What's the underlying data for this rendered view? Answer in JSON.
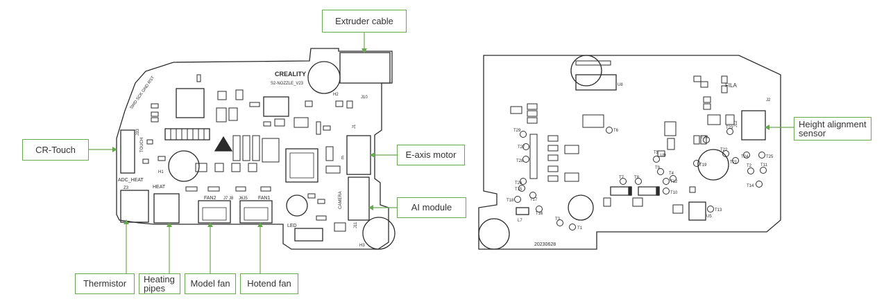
{
  "callouts": {
    "extruder_cable": "Extruder cable",
    "cr_touch": "CR-Touch",
    "e_axis_motor": "E-axis motor",
    "ai_module": "AI module",
    "thermistor": "Thermistor",
    "heating_pipes": "Heating pipes",
    "model_fan": "Model fan",
    "hotend_fan": "Hotend fan",
    "height_alignment_sensor": "Height alignment sensor"
  },
  "front_board": {
    "brand": "CREALITY",
    "model": "S2-NOZZLE_V23",
    "connectors": {
      "touch": "TOUCH",
      "j33": "J33",
      "adc_heat": "ADC_HEAT",
      "heat": "HEAT",
      "fan2": "FAN2",
      "fan1": "FAN1",
      "camera": "CAMERA",
      "led": "LED",
      "j10": "J10",
      "j11": "J11",
      "j1": "J1",
      "j7_j8": "J7 J8",
      "j6_j5": "J6J5",
      "h1": "H1",
      "h2": "H2",
      "h3": "H3",
      "z3": "Z3",
      "e": "E"
    },
    "silk_pins": "SWD SCK GND RST"
  },
  "back_board": {
    "date_code": "20230628",
    "fila": "FILA",
    "j2": "J2",
    "j12": "J12",
    "u5": "U5",
    "u8": "U8",
    "u9": "U9",
    "l7": "L7",
    "test_points": [
      "T1",
      "T2",
      "T3",
      "T4",
      "T5",
      "T6",
      "T7",
      "T8",
      "T9",
      "T10",
      "T11",
      "T12",
      "T13",
      "T14",
      "T15",
      "T16",
      "T17",
      "T18",
      "T19",
      "T20",
      "T21",
      "T22",
      "T23",
      "T24",
      "T25",
      "T26",
      "T27",
      "T28",
      "T29"
    ]
  },
  "colors": {
    "callout_border": "#6aa84f",
    "leader": "#6aa84f",
    "board_outline": "#2b2b2b"
  }
}
